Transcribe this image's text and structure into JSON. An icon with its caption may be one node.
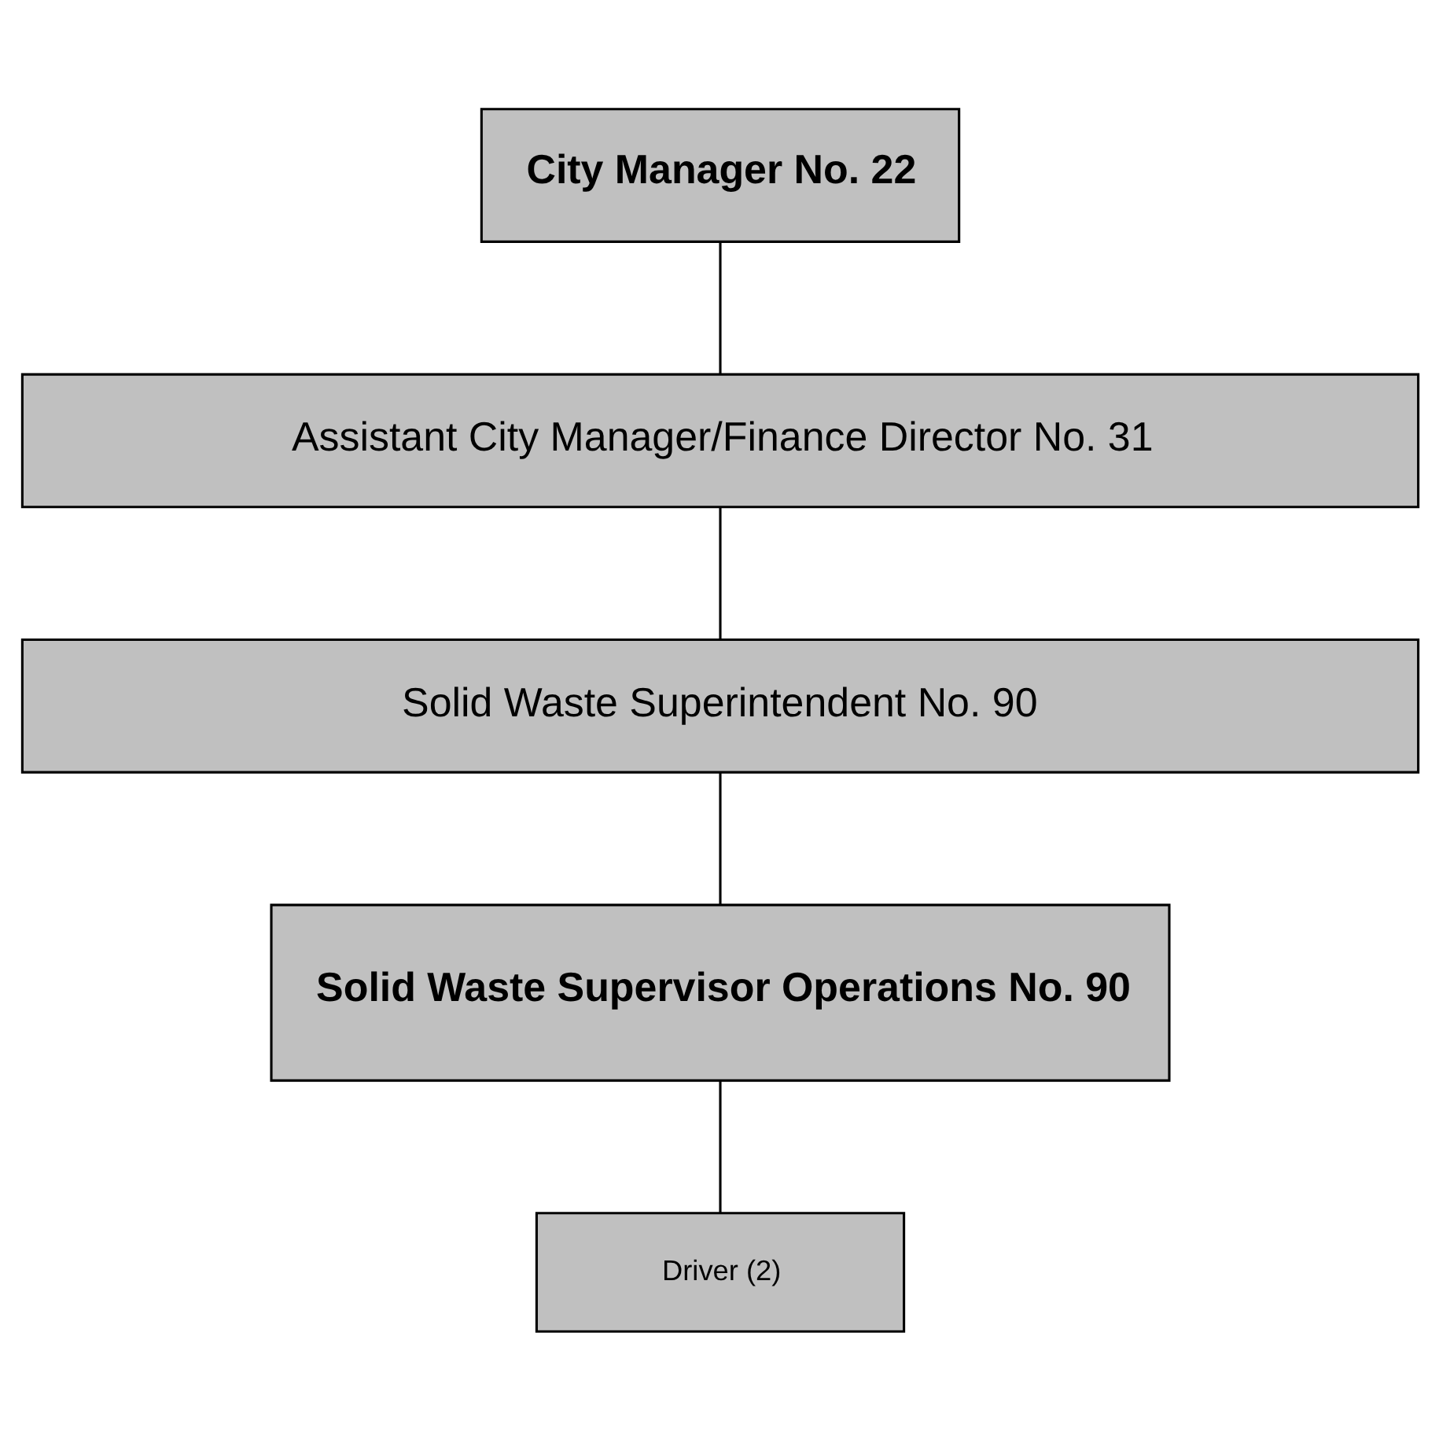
{
  "diagram": {
    "nodes": [
      {
        "text": [
          "City Manager No. 22"
        ]
      },
      {
        "text": [
          "Assistant City Manager/Finance Director No. 31"
        ]
      },
      {
        "text": [
          "Solid Waste Superintendent No. 90"
        ]
      },
      {
        "text": [
          "Solid Waste Supervisor Operations No. 90"
        ]
      },
      {
        "text": [
          "Driver (2)"
        ]
      }
    ],
    "edges": [
      {
        "from": 0,
        "to": 1,
        "arrow": "none"
      },
      {
        "from": 1,
        "to": 2,
        "arrow": "none"
      },
      {
        "from": 2,
        "to": 3,
        "arrow": "none"
      },
      {
        "from": 3,
        "to": 4,
        "arrow": "none"
      }
    ]
  }
}
